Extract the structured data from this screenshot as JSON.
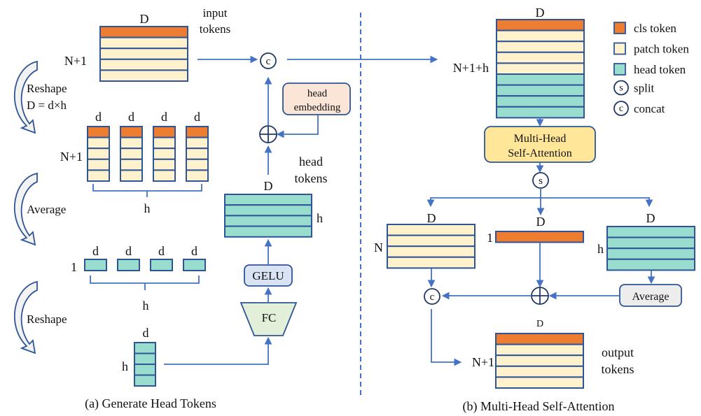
{
  "panel_a": {
    "caption": "(a) Generate Head Tokens",
    "input_tokens": {
      "label": "input tokens",
      "label_line1": "input",
      "label_line2": "tokens",
      "width_label": "D",
      "height_label": "N+1",
      "rows": [
        "cls",
        "patch",
        "patch",
        "patch",
        "patch"
      ]
    },
    "reshape_step": {
      "label_line1": "Reshape",
      "label_line2": "D = d×h"
    },
    "split_blocks": {
      "count": 4,
      "col_label": "d",
      "height_label": "N+1",
      "brace_label": "h",
      "rows": [
        "cls",
        "patch",
        "patch",
        "patch",
        "patch"
      ]
    },
    "average_step": {
      "label": "Average"
    },
    "averaged_blocks": {
      "count": 4,
      "col_label": "d",
      "height_label": "1",
      "brace_label": "h"
    },
    "reshape_step2": {
      "label": "Reshape"
    },
    "reshaped_block": {
      "width_label": "d",
      "height_label": "h",
      "rows": [
        "head",
        "head",
        "head",
        "head"
      ]
    },
    "fc": {
      "label": "FC"
    },
    "gelu": {
      "label": "GELU"
    },
    "head_tokens": {
      "label_line1": "head",
      "label_line2": "tokens",
      "width_label": "D",
      "height_label": "h",
      "rows": [
        "head",
        "head",
        "head",
        "head"
      ]
    },
    "add_op": {
      "symbol": "add"
    },
    "head_embedding": {
      "label_line1": "head",
      "label_line2": "embedding"
    },
    "concat_op": {
      "symbol": "c"
    }
  },
  "panel_b": {
    "caption": "(b) Multi-Head Self-Attention",
    "combined_tokens": {
      "width_label": "D",
      "height_label": "N+1+h",
      "rows": [
        "cls",
        "patch",
        "patch",
        "patch",
        "patch",
        "head",
        "head",
        "head",
        "head"
      ]
    },
    "mhsa": {
      "label_line1": "Multi-Head",
      "label_line2": "Self-Attention"
    },
    "split_op": {
      "symbol": "s"
    },
    "patch_branch": {
      "width_label": "D",
      "height_label": "N",
      "rows": [
        "patch",
        "patch",
        "patch",
        "patch"
      ]
    },
    "cls_branch": {
      "width_label": "D",
      "height_label": "1",
      "rows": [
        "cls"
      ]
    },
    "head_branch": {
      "width_label": "D",
      "height_label": "h",
      "rows": [
        "head",
        "head",
        "head",
        "head"
      ]
    },
    "average": {
      "label": "Average"
    },
    "add_op": {
      "symbol": "add"
    },
    "concat_op": {
      "symbol": "c"
    },
    "output_tokens": {
      "label_line1": "output",
      "label_line2": "tokens",
      "width_label": "D",
      "height_label": "N+1",
      "rows": [
        "cls",
        "patch",
        "patch",
        "patch",
        "patch"
      ]
    }
  },
  "legend": {
    "items": [
      {
        "kind": "swatch",
        "color": "#ED7D31",
        "label": "cls token"
      },
      {
        "kind": "swatch",
        "color": "#FFF2CC",
        "label": "patch token"
      },
      {
        "kind": "swatch",
        "color": "#99DDCF",
        "label": "head token"
      },
      {
        "kind": "circle",
        "symbol": "s",
        "label": "split"
      },
      {
        "kind": "circle",
        "symbol": "c",
        "label": "concat"
      }
    ]
  },
  "colors": {
    "cls": "#ED7D31",
    "patch": "#FFF2CC",
    "head": "#99DDCF",
    "border": "#2F5597",
    "connector": "#4472C4",
    "mhsa_fill": "#FFE699",
    "embedding_fill": "#FBE5D6",
    "gelu_fill": "#DAE3F3",
    "fc_fill": "#E2F0D9",
    "average_fill": "#EDEDED"
  }
}
